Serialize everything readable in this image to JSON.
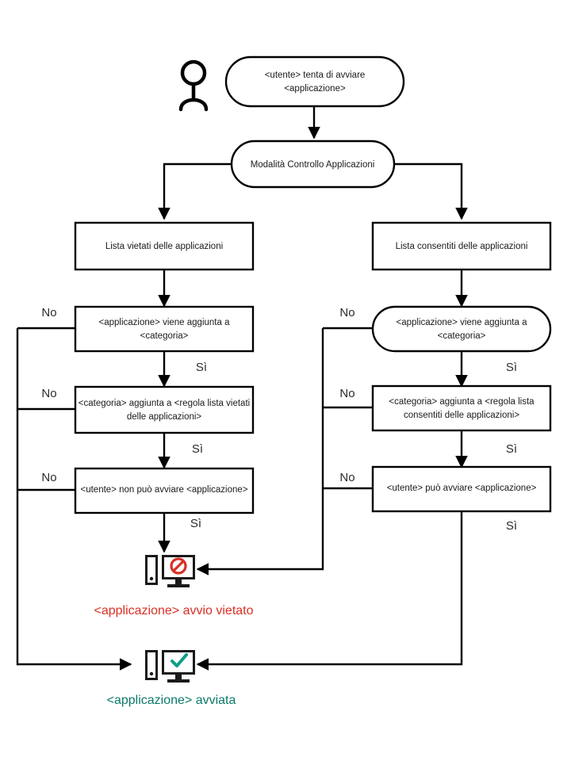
{
  "diagram": {
    "title": "Application Control flowchart",
    "colors": {
      "line": "#000000",
      "denied": "#d93025",
      "allowed": "#0b7a69",
      "node_fill": "#ffffff"
    },
    "actor": {
      "name": "user-actor",
      "label": ""
    },
    "nodes": {
      "start": {
        "text_line1": "<utente> tenta di avviare",
        "text_line2": "<applicazione>",
        "shape": "stadium"
      },
      "mode": {
        "text_line1": "Modalità Controllo Applicazioni",
        "text_line2": "",
        "shape": "stadium"
      },
      "denied_list": {
        "text_line1": "Lista vietati delle applicazioni",
        "text_line2": "",
        "shape": "rect"
      },
      "allowed_list": {
        "text_line1": "Lista consentiti delle applicazioni",
        "text_line2": "",
        "shape": "rect"
      },
      "denied_added_category": {
        "text_line1": "<applicazione> viene aggiunta a",
        "text_line2": "<categoria>",
        "shape": "rect"
      },
      "allowed_added_category": {
        "text_line1": "<applicazione> viene aggiunta a",
        "text_line2": "<categoria>",
        "shape": "stadium"
      },
      "denied_category_rule": {
        "text_line1": "<categoria> aggiunta a <regola lista vietati",
        "text_line2": "delle applicazioni>",
        "shape": "rect"
      },
      "allowed_category_rule": {
        "text_line1": "<categoria> aggiunta a <regola lista",
        "text_line2": "consentiti delle applicazioni>",
        "shape": "rect"
      },
      "cannot_start": {
        "text_line1": "<utente> non può avviare <applicazione>",
        "text_line2": "",
        "shape": "rect"
      },
      "can_start": {
        "text_line1": "<utente> può avviare <applicazione>",
        "text_line2": "",
        "shape": "rect"
      }
    },
    "edge_labels": {
      "no_left_1": "No",
      "no_left_2": "No",
      "no_left_3": "No",
      "si_left_1": "Sì",
      "si_left_2": "Sì",
      "si_left_3": "Sì",
      "no_right_1": "No",
      "no_right_2": "No",
      "no_right_3": "No",
      "si_right_1": "Sì",
      "si_right_2": "Sì",
      "si_right_3": "Sì"
    },
    "results": {
      "denied": {
        "label": "<applicazione> avvio vietato",
        "icon": "monitor-blocked-icon"
      },
      "allowed": {
        "label": "<applicazione> avviata",
        "icon": "monitor-check-icon"
      }
    }
  }
}
